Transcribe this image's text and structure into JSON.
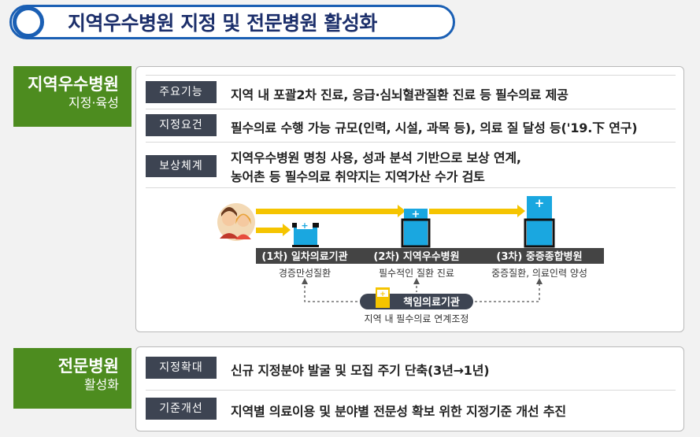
{
  "title": "지역우수병원 지정 및 전문병원 활성화",
  "section1": {
    "main": "지역우수병원",
    "sub": "지정·육성",
    "rows": [
      {
        "tag": "주요기능",
        "text": "지역 내 포괄2차 진료, 응급·심뇌혈관질환 진료 등 필수의료 제공"
      },
      {
        "tag": "지정요건",
        "text": "필수의료 수행 가능 규모(인력, 시설, 과목 등), 의료 질 달성 등('19.下 연구)"
      },
      {
        "tag": "보상체계",
        "text_line1": "지역우수병원 명칭 사용, 성과 분석 기반으로 보상 연계,",
        "text_line2": "농어촌 등 필수의료 취약지는 지역가산 수가 검토"
      }
    ],
    "diagram": {
      "stages": [
        {
          "label": "(1차) 일차의료기관",
          "desc": "경증만성질환"
        },
        {
          "label": "(2차) 지역우수병원",
          "desc": "필수적인 질환 진료"
        },
        {
          "label": "(3차) 중증종합병원",
          "desc": "중증질환, 의료인력 양성"
        }
      ],
      "responsible": {
        "label": "책임의료기관",
        "desc": "지역 내 필수의료 연계조정"
      }
    }
  },
  "section2": {
    "main": "전문병원",
    "sub": "활성화",
    "rows": [
      {
        "tag": "지정확대",
        "text": "신규 지정분야 발굴 및 모집 주기 단축(3년→1년)"
      },
      {
        "tag": "기준개선",
        "text": "지역별 의료이용 및 분야별 전문성 확보 위한 지정기준 개선 추진"
      }
    ]
  },
  "colors": {
    "accent_blue": "#1a5fb4",
    "side_green": "#4d8c1f",
    "tag_dark": "#3d4452",
    "arrow_yellow": "#f5c400",
    "building_cyan": "#1aa7e0"
  }
}
